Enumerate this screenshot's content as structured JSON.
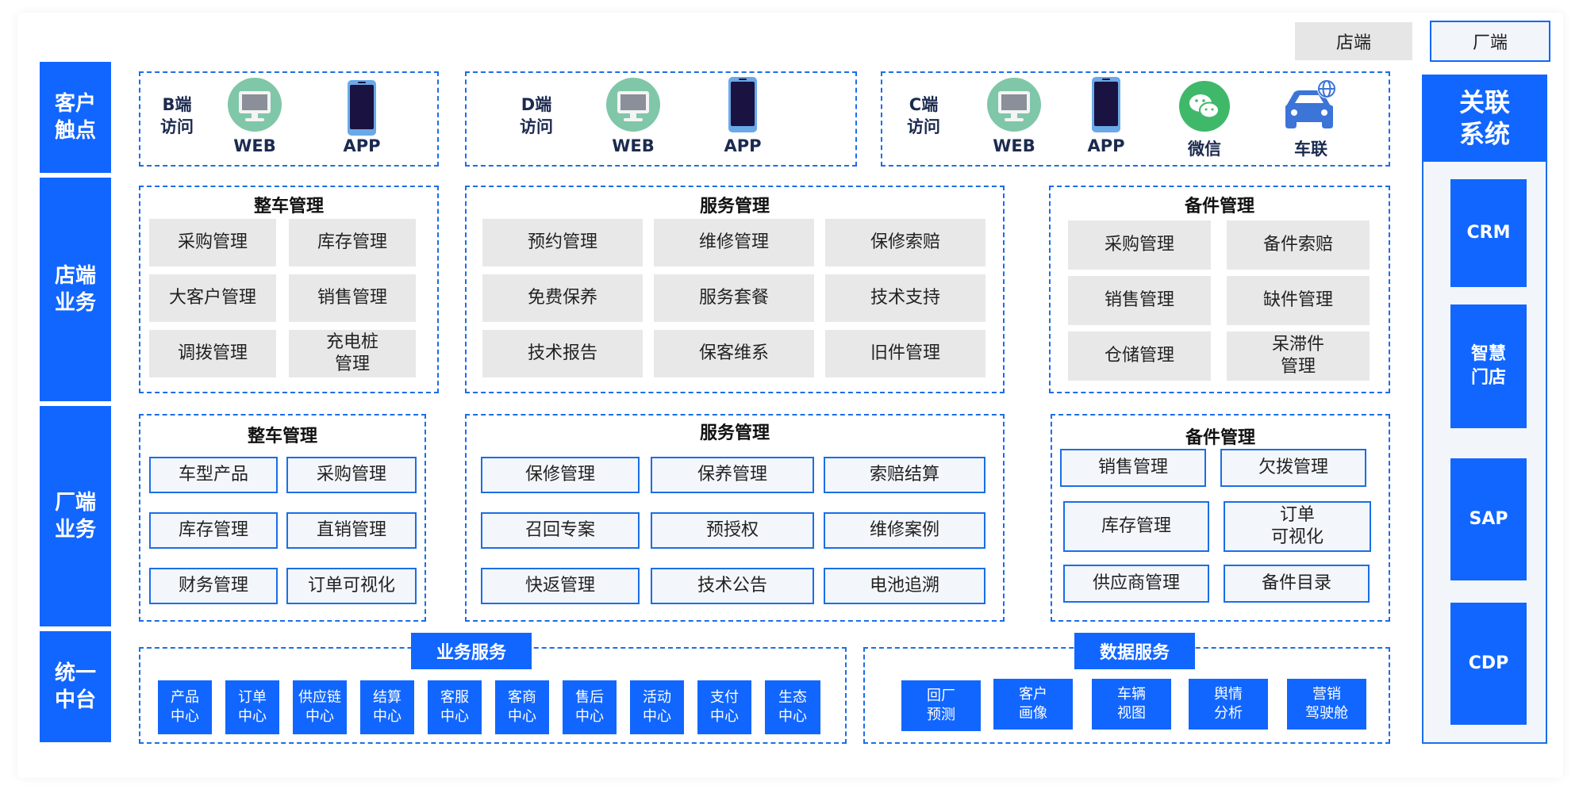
{
  "toggle": {
    "store": "店端",
    "factory": "厂端"
  },
  "rows": {
    "touch": "客户\n触点",
    "store": "店端\n业务",
    "factory": "厂端\n业务",
    "middle": "统一\n中台"
  },
  "touchpoints": {
    "b": {
      "label": "B端\n访问",
      "web": "WEB",
      "app": "APP"
    },
    "d": {
      "label": "D端\n访问",
      "web": "WEB",
      "app": "APP"
    },
    "c": {
      "label": "C端\n访问",
      "web": "WEB",
      "app": "APP",
      "wechat": "微信",
      "carnet": "车联"
    }
  },
  "store": {
    "vehicle": {
      "title": "整车管理",
      "items": [
        "采购管理",
        "库存管理",
        "大客户管理",
        "销售管理",
        "调拨管理",
        "充电桩\n管理"
      ]
    },
    "service": {
      "title": "服务管理",
      "items": [
        "预约管理",
        "维修管理",
        "保修索赔",
        "免费保养",
        "服务套餐",
        "技术支持",
        "技术报告",
        "保客维系",
        "旧件管理"
      ]
    },
    "parts": {
      "title": "备件管理",
      "items": [
        "采购管理",
        "备件索赔",
        "销售管理",
        "缺件管理",
        "仓储管理",
        "呆滞件\n管理"
      ]
    }
  },
  "factory": {
    "vehicle": {
      "title": "整车管理",
      "items": [
        "车型产品",
        "采购管理",
        "库存管理",
        "直销管理",
        "财务管理",
        "订单可视化"
      ]
    },
    "service": {
      "title": "服务管理",
      "items": [
        "保修管理",
        "保养管理",
        "索赔结算",
        "召回专案",
        "预授权",
        "维修案例",
        "快返管理",
        "技术公告",
        "电池追溯"
      ]
    },
    "parts": {
      "title": "备件管理",
      "items": [
        "销售管理",
        "欠拨管理",
        "库存管理",
        "订单\n可视化",
        "供应商管理",
        "备件目录"
      ]
    }
  },
  "middle": {
    "business": {
      "title": "业务服务",
      "items": [
        "产品\n中心",
        "订单\n中心",
        "供应链\n中心",
        "结算\n中心",
        "客服\n中心",
        "客商\n中心",
        "售后\n中心",
        "活动\n中心",
        "支付\n中心",
        "生态\n中心"
      ]
    },
    "data": {
      "title": "数据服务",
      "items": [
        "回厂\n预测",
        "客户\n画像",
        "车辆\n视图",
        "舆情\n分析",
        "营销\n驾驶舱"
      ]
    }
  },
  "related": {
    "title": "关联\n系统",
    "items": [
      "CRM",
      "智慧\n门店",
      "SAP",
      "CDP"
    ]
  },
  "colors": {
    "primary": "#1166ff",
    "grey_box": "#e8e8e8",
    "web_icon_bg": "#7fc7a8",
    "wechat_icon_bg": "#3fb86a"
  }
}
